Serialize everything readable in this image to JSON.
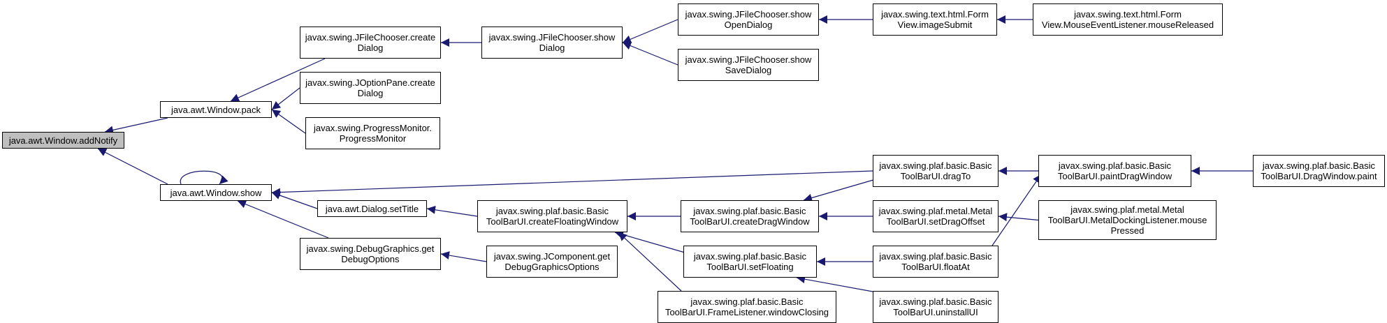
{
  "diagram": {
    "type": "call-graph",
    "colors": {
      "edge": "#191970",
      "root_fill": "#bfbfbf",
      "node_fill": "#ffffff",
      "border": "#000000"
    },
    "nodes": [
      {
        "id": "addNotify",
        "label": "java.awt.Window.addNotify",
        "root": true
      },
      {
        "id": "pack",
        "label": "java.awt.Window.pack"
      },
      {
        "id": "show",
        "label": "java.awt.Window.show"
      },
      {
        "id": "fcCreateDialog",
        "label": "javax.swing.JFileChooser.create\nDialog"
      },
      {
        "id": "opCreateDialog",
        "label": "javax.swing.JOptionPane.create\nDialog"
      },
      {
        "id": "progress",
        "label": "javax.swing.ProgressMonitor.\nProgressMonitor"
      },
      {
        "id": "fcShowDialog",
        "label": "javax.swing.JFileChooser.show\nDialog"
      },
      {
        "id": "fcShowOpen",
        "label": "javax.swing.JFileChooser.show\nOpenDialog"
      },
      {
        "id": "fcShowSave",
        "label": "javax.swing.JFileChooser.show\nSaveDialog"
      },
      {
        "id": "formImageSubmit",
        "label": "javax.swing.text.html.Form\nView.imageSubmit"
      },
      {
        "id": "formMouseReleased",
        "label": "javax.swing.text.html.Form\nView.MouseEventListener.mouseReleased"
      },
      {
        "id": "setTitle",
        "label": "java.awt.Dialog.setTitle"
      },
      {
        "id": "debugOptions",
        "label": "javax.swing.DebugGraphics.get\nDebugOptions"
      },
      {
        "id": "createFloating",
        "label": "javax.swing.plaf.basic.Basic\nToolBarUI.createFloatingWindow"
      },
      {
        "id": "jcompDebug",
        "label": "javax.swing.JComponent.get\nDebugGraphicsOptions"
      },
      {
        "id": "createDrag",
        "label": "javax.swing.plaf.basic.Basic\nToolBarUI.createDragWindow"
      },
      {
        "id": "setFloating",
        "label": "javax.swing.plaf.basic.Basic\nToolBarUI.setFloating"
      },
      {
        "id": "frameClosing",
        "label": "javax.swing.plaf.basic.Basic\nToolBarUI.FrameListener.windowClosing"
      },
      {
        "id": "dragTo",
        "label": "javax.swing.plaf.basic.Basic\nToolBarUI.dragTo"
      },
      {
        "id": "setDragOffset",
        "label": "javax.swing.plaf.metal.Metal\nToolBarUI.setDragOffset"
      },
      {
        "id": "floatAt",
        "label": "javax.swing.plaf.basic.Basic\nToolBarUI.floatAt"
      },
      {
        "id": "uninstallUI",
        "label": "javax.swing.plaf.basic.Basic\nToolBarUI.uninstallUI"
      },
      {
        "id": "paintDragWindow",
        "label": "javax.swing.plaf.basic.Basic\nToolBarUI.paintDragWindow"
      },
      {
        "id": "metalMousePressed",
        "label": "javax.swing.plaf.metal.Metal\nToolBarUI.MetalDockingListener.mouse\nPressed"
      },
      {
        "id": "dragWindowPaint",
        "label": "javax.swing.plaf.basic.Basic\nToolBarUI.DragWindow.paint"
      }
    ],
    "edges": [
      {
        "from": "pack",
        "to": "addNotify"
      },
      {
        "from": "show",
        "to": "addNotify"
      },
      {
        "from": "show",
        "to": "show"
      },
      {
        "from": "fcCreateDialog",
        "to": "pack"
      },
      {
        "from": "opCreateDialog",
        "to": "pack"
      },
      {
        "from": "progress",
        "to": "pack"
      },
      {
        "from": "fcShowDialog",
        "to": "fcCreateDialog"
      },
      {
        "from": "fcShowOpen",
        "to": "fcShowDialog"
      },
      {
        "from": "fcShowSave",
        "to": "fcShowDialog"
      },
      {
        "from": "formImageSubmit",
        "to": "fcShowOpen"
      },
      {
        "from": "formMouseReleased",
        "to": "formImageSubmit"
      },
      {
        "from": "dragTo",
        "to": "show"
      },
      {
        "from": "setTitle",
        "to": "show"
      },
      {
        "from": "debugOptions",
        "to": "show"
      },
      {
        "from": "createFloating",
        "to": "setTitle"
      },
      {
        "from": "jcompDebug",
        "to": "debugOptions"
      },
      {
        "from": "createDrag",
        "to": "createFloating"
      },
      {
        "from": "setFloating",
        "to": "createFloating"
      },
      {
        "from": "frameClosing",
        "to": "createFloating"
      },
      {
        "from": "paintDragWindow",
        "to": "dragTo"
      },
      {
        "from": "dragTo",
        "to": "createDrag"
      },
      {
        "from": "setDragOffset",
        "to": "createDrag"
      },
      {
        "from": "floatAt",
        "to": "setFloating"
      },
      {
        "from": "uninstallUI",
        "to": "setFloating"
      },
      {
        "from": "floatAt",
        "to": "paintDragWindow"
      },
      {
        "from": "metalMousePressed",
        "to": "setDragOffset"
      },
      {
        "from": "dragWindowPaint",
        "to": "paintDragWindow"
      }
    ]
  }
}
